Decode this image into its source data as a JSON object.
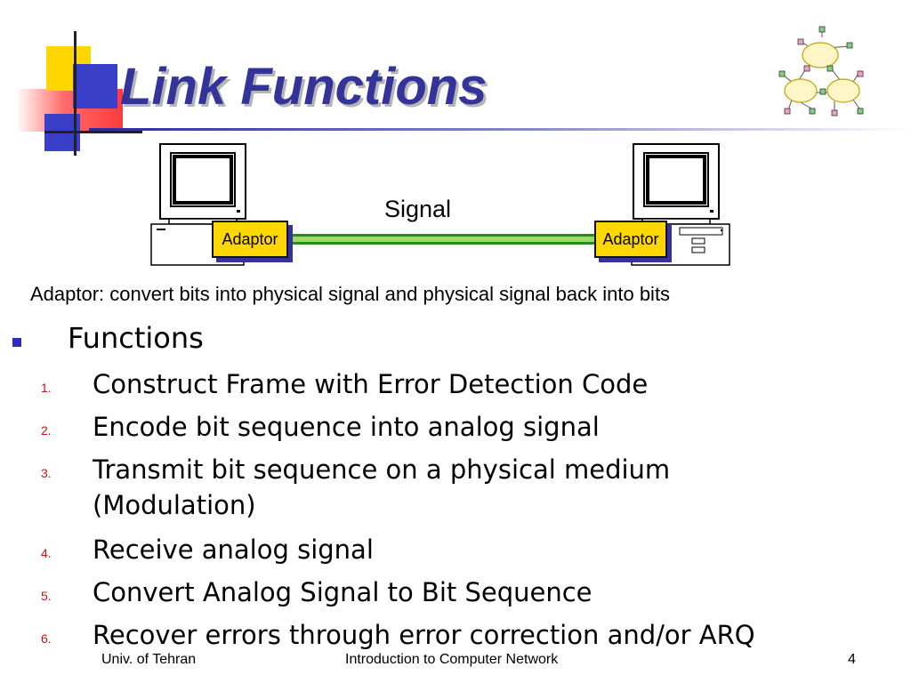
{
  "slide": {
    "title": "Link Functions"
  },
  "diagram": {
    "signal_label": "Signal",
    "adaptor_left_label": "Adaptor",
    "adaptor_right_label": "Adaptor",
    "caption": "Adaptor: convert bits into physical signal and physical signal back into bits"
  },
  "content": {
    "heading": "Functions",
    "items": [
      {
        "number": "1.",
        "text": "Construct Frame with Error Detection Code"
      },
      {
        "number": "2.",
        "text": "Encode bit sequence into analog signal"
      },
      {
        "number": "3.",
        "text": "Transmit bit sequence on a physical medium (Modulation)"
      },
      {
        "number": "4.",
        "text": "Receive analog signal"
      },
      {
        "number": "5.",
        "text": "Convert Analog Signal to Bit Sequence"
      },
      {
        "number": "6.",
        "text": "Recover errors through error correction and/or ARQ"
      }
    ]
  },
  "footer": {
    "left": "Univ. of Tehran",
    "center": "Introduction to Computer Network",
    "page_number": "4"
  },
  "colors": {
    "title": "#33339a",
    "accent_yellow": "#ffd700",
    "accent_blue": "#3a3fc9",
    "list_number": "#cc1111",
    "cable_green": "#9fd86a"
  },
  "icons": {
    "network": "network-cloud-icon",
    "computer": "desktop-computer-icon",
    "bullet": "square-bullet-icon"
  }
}
